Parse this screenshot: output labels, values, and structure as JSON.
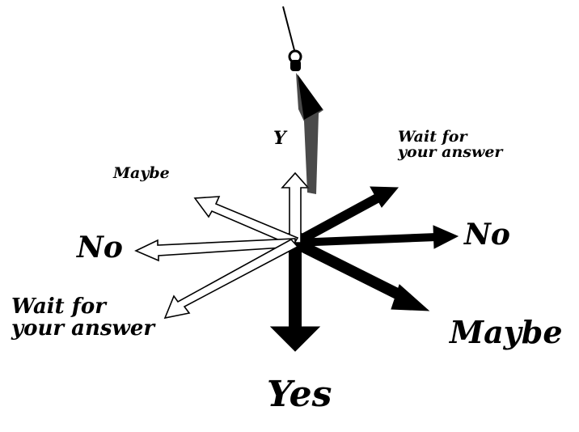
{
  "labels": {
    "yes_top": "Y",
    "maybe_upper_left": "Maybe",
    "wait_upper_right_line1": "Wait for",
    "wait_upper_right_line2": "your answer",
    "no_left": "No",
    "no_right": "No",
    "wait_lower_left_line1": "Wait for",
    "wait_lower_left_line2": "your answer",
    "maybe_lower_right": "Maybe",
    "yes_bottom": "Yes"
  },
  "colors": {
    "ink": "#000000",
    "background": "#ffffff"
  },
  "pendulum": {
    "icon": "pendulum-icon"
  }
}
